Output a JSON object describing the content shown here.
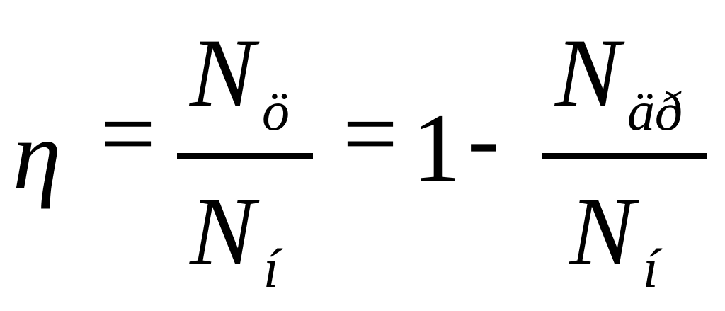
{
  "formula": {
    "lhs": "η",
    "eq1": "=",
    "frac1": {
      "num": "N",
      "num_sub": "ö",
      "den": "N",
      "den_sub": "í"
    },
    "eq2": "=",
    "one": "1",
    "minus": "-",
    "frac2": {
      "num": "N",
      "num_sub": "äð",
      "den": "N",
      "den_sub": "í"
    }
  }
}
